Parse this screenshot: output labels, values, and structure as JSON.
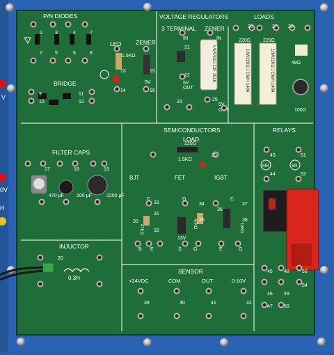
{
  "sections": {
    "pn_diodes": "P/N DIODES",
    "voltage_regulators": "VOLTAGE REGULATORS",
    "loads": "LOADS",
    "filter_caps": "FILTER CAPS",
    "semiconductors": "SEMICONDUCTORS",
    "relays": "RELAYS",
    "injuctor": "INJUCTOR",
    "sensor": "SENSOR",
    "bridge": "BRIDGE",
    "led": "LED",
    "zener": "ZENER",
    "three_terminal": "3 TERMINAL",
    "zener2": "ZENER",
    "load": "LOAD"
  },
  "regulators": {
    "in1": "IN",
    "out1": "OUT",
    "v1": "5V",
    "in2": "IN",
    "out2": "OUT",
    "v2": "5V",
    "chip": "5W470ΩJ CIF 1518"
  },
  "resistors": {
    "r1": "220Ω",
    "r2": "220Ω",
    "r_label": "10W220Ω J CWH 1404",
    "r_label2": "10W220Ω J CWH 1404",
    "r48": "48Ω",
    "r100": "100Ω",
    "led_res": "1.5KΩ",
    "zener_v": "5V",
    "load_res": "220Ω",
    "load_small": "1.5KΩ",
    "bjt_res": "47KΩ",
    "fet_res": "47KΩ",
    "igbt_res": "15KΩ",
    "fet_v": "13V"
  },
  "caps": {
    "c1": "470 µF",
    "c2": "100 µF",
    "c3": "2200 µF"
  },
  "semis": {
    "bjt": "BJT",
    "fet": "FET",
    "igbt": "IGBT",
    "b": "B",
    "e": "E",
    "c": "C",
    "g": "G",
    "s": "S",
    "d": "D"
  },
  "relay": {
    "mr": "MR",
    "sr": "SR"
  },
  "injuctor": {
    "value": "0.3H"
  },
  "sensor": {
    "p24": "+24VDC",
    "com": "COM",
    "out": "OUT",
    "v10": "0-10V"
  },
  "side": {
    "v1": "V",
    "v2": "0V",
    "h": "H"
  },
  "numbers": [
    "1",
    "2",
    "3",
    "4",
    "5",
    "6",
    "7",
    "8",
    "9",
    "10",
    "11",
    "12",
    "13",
    "14",
    "15",
    "16",
    "17",
    "18",
    "19",
    "20",
    "21",
    "22",
    "23",
    "24",
    "25",
    "26",
    "27",
    "28",
    "29",
    "30",
    "31",
    "32",
    "33",
    "34",
    "35",
    "36",
    "37",
    "38",
    "39",
    "40",
    "41",
    "42",
    "43",
    "44",
    "45",
    "46",
    "47",
    "48",
    "49",
    "50",
    "51",
    "52",
    "53",
    "54"
  ]
}
